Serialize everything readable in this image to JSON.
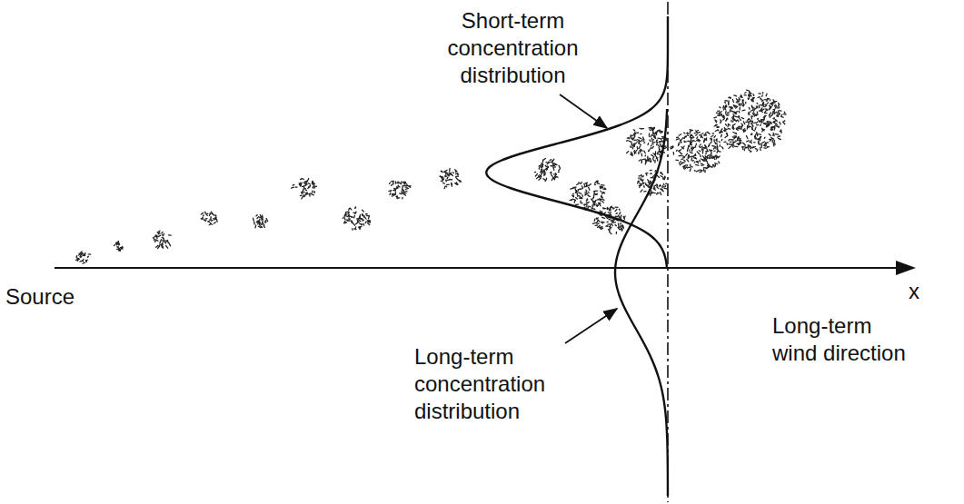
{
  "diagram": {
    "labels": [
      "Short-term concentration distribution",
      "Source",
      "x",
      "Long-term wind direction",
      "Long-term concentration distribution"
    ]
  }
}
